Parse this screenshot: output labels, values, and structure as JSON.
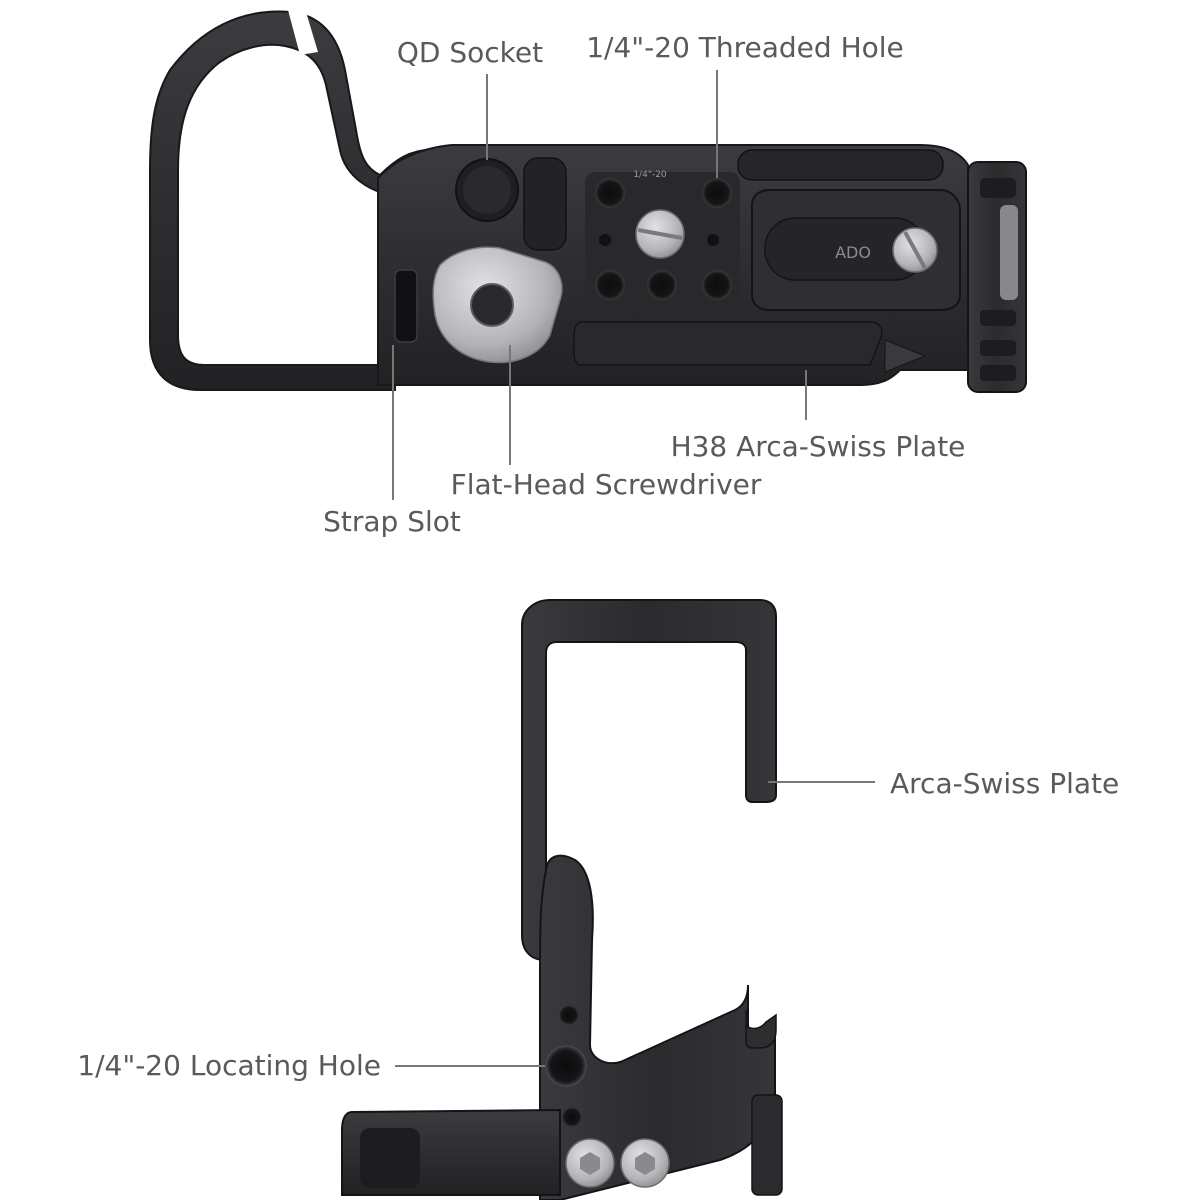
{
  "colors": {
    "metal": "#2e2e31",
    "metal_edge": "#18181a",
    "metal_light": "#4a4a4e",
    "steel": "#c4c4c6",
    "label_text": "#5a5a5a",
    "leader_line": "#777777"
  },
  "top_view": {
    "callouts": {
      "qd_socket": "QD Socket",
      "threaded_hole": "1/4\"-20 Threaded Hole",
      "arca_swiss_h38": "H38 Arca-Swiss Plate",
      "screwdriver": "Flat-Head Screwdriver",
      "strap_slot": "Strap Slot"
    },
    "engravings": {
      "thread_marking": "1/4\"-20",
      "model_marking": "ADO"
    }
  },
  "side_view": {
    "callouts": {
      "arca_swiss": "Arca-Swiss Plate",
      "locating_hole": "1/4\"-20 Locating Hole"
    }
  }
}
